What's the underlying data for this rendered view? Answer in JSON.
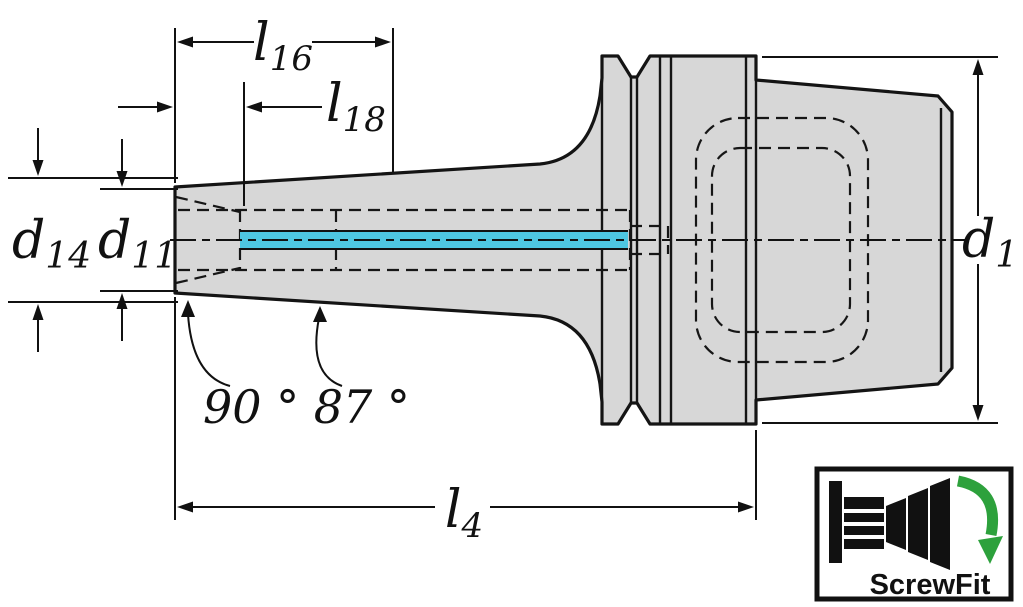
{
  "colors": {
    "background": "#ffffff",
    "body_fill": "#d7d7d7",
    "outline": "#141414",
    "highlight": "#4ec7e2",
    "green": "#2da13c"
  },
  "dims": {
    "l16": {
      "base": "l",
      "sub": "16"
    },
    "l18": {
      "base": "l",
      "sub": "18"
    },
    "d14": {
      "base": "d",
      "sub": "14"
    },
    "d11": {
      "base": "d",
      "sub": "11"
    },
    "d1": {
      "base": "d",
      "sub": "1"
    },
    "l4": {
      "base": "l",
      "sub": "4"
    },
    "angles": "90 ° 87 °"
  },
  "logo": {
    "label": "ScrewFit"
  }
}
